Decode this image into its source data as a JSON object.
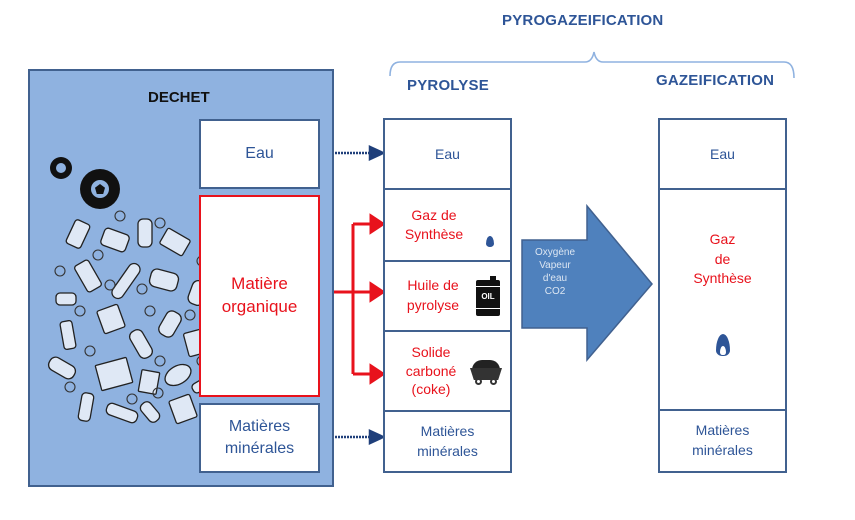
{
  "title": "PYROGAZEIFICATION",
  "dechet": {
    "title": "DECHET",
    "items": [
      {
        "label": "Eau",
        "color": "#2e5597"
      },
      {
        "label": "Matière organique",
        "color": "#e8121c"
      },
      {
        "label": "Matières minérales",
        "color": "#2e5597"
      }
    ],
    "illustration": "waste-pile-icon"
  },
  "pyrolyse": {
    "title": "PYROLYSE",
    "cells": [
      {
        "label": "Eau",
        "color": "#2e5597"
      },
      {
        "label": "Gaz de Synthèse",
        "color": "#e8121c",
        "icon": "flame-icon"
      },
      {
        "label": "Huile de pyrolyse",
        "color": "#e8121c",
        "icon": "oil-barrel-icon",
        "icon_text": "OIL"
      },
      {
        "label": "Solide carboné (coke)",
        "color": "#e8121c",
        "icon": "coal-cart-icon"
      },
      {
        "label": "Matières minérales",
        "color": "#2e5597"
      }
    ]
  },
  "arrow": {
    "lines": [
      "Oxygène",
      "Vapeur",
      "d'eau",
      "CO2"
    ],
    "fill": "#4f81bd"
  },
  "gazeification": {
    "title": "GAZEIFICATION",
    "cells": [
      {
        "label": "Eau",
        "color": "#2e5597"
      },
      {
        "label": "Gaz de Synthèse",
        "lines": [
          "Gaz",
          "de",
          "Synthèse"
        ],
        "color": "#e8121c",
        "icon": "flame-icon"
      },
      {
        "label": "Matières minérales",
        "color": "#2e5597"
      }
    ]
  },
  "colors": {
    "dechet_bg": "#8fb2e0",
    "border": "#41618f",
    "accent_red": "#e8121c",
    "text_blue": "#2e5597"
  }
}
